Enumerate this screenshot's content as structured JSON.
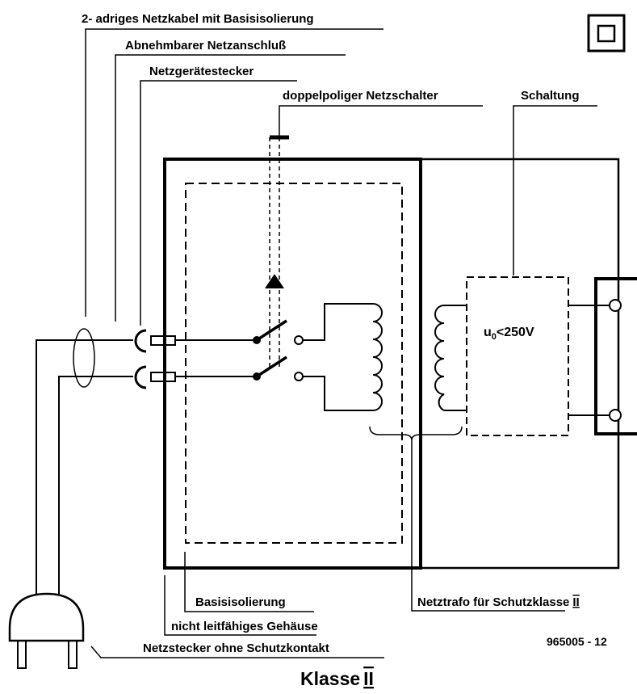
{
  "labels": {
    "cable": "2- adriges Netzkabel mit Basisisolierung",
    "detachable_connection": "Abnehmbarer Netzanschluß",
    "appliance_connector": "Netzgerätestecker",
    "switch": "doppelpoliger Netzschalter",
    "circuit": "Schaltung",
    "voltage": "u",
    "voltage_sub": "0",
    "voltage_rest": "<250V",
    "basic_insulation": "Basisisolierung",
    "enclosure": "nicht leitfähiges Gehäuse",
    "transformer": "Netztrafo für Schutzklasse",
    "plug": "Netzstecker ohne Schutzkontakt"
  },
  "class_symbol": "II",
  "reference": "965005 - 12",
  "title": "Klasse"
}
